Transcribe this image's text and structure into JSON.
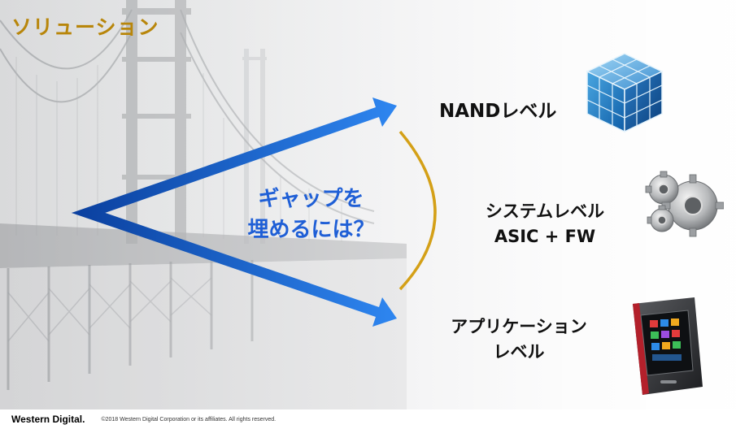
{
  "slide": {
    "title": "ソリューション",
    "title_color": "#b8860b",
    "center_text": {
      "line1": "ギャップを",
      "line2": "埋めるには？",
      "color": "#1f5fd6"
    },
    "levels": [
      {
        "label": "NANDレベル",
        "icon": "rubiks-cube-icon"
      },
      {
        "line1": "システムレベル",
        "line2": "ASIC + FW",
        "icon": "gears-icon"
      },
      {
        "line1": "アプリケーション",
        "line2": "レベル",
        "icon": "handheld-device-icon"
      }
    ],
    "arrow_color": "#1e6fe0",
    "arc_color": "#d4a017"
  },
  "footer": {
    "brand": "Western Digital.",
    "copyright": "©2018 Western Digital Corporation or its affiliates. All rights reserved."
  }
}
